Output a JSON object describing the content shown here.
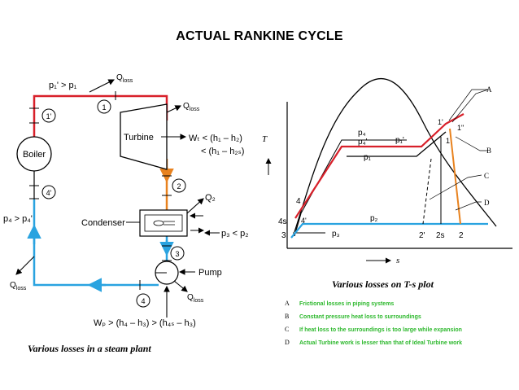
{
  "title": "ACTUAL RANKINE CYCLE",
  "plant": {
    "caption": "Various losses in a steam plant",
    "boiler": "Boiler",
    "turbine": "Turbine",
    "condenser": "Condenser",
    "pump": "Pump",
    "p1_rel": "p₁' > p₁",
    "p4_rel": "p₄ > p₄'",
    "p3_rel": "p₃ < p₂",
    "q_loss_top": "Q",
    "q_loss_turbine": "Q",
    "q_loss_pump": "Q",
    "q_loss_left": "Q",
    "loss_sub": "loss",
    "q2": "Q₂",
    "wt_line1": "Wₜ < (h₁ – h₂)",
    "wt_line2": "< (h₁ – h₂ₛ)",
    "wp": "Wₚ > (h₄ – h₃) > (h₄ₛ – h₃)",
    "states": [
      "1'",
      "1",
      "2",
      "3",
      "4",
      "4'"
    ]
  },
  "ts": {
    "caption": "Various losses on T-s plot",
    "axis_t": "T",
    "axis_s": "s",
    "labels": {
      "p4": "p₄",
      "p4p": "p₄'",
      "p1p": "p₁'",
      "p1": "p₁",
      "p2": "p₂",
      "p3": "p₃",
      "n1p": "1'",
      "n1pp": "1\"",
      "n1": "1",
      "n2p": "2'",
      "n2s": "2s",
      "n2": "2",
      "n3": "3",
      "n4": "4",
      "n4s": "4s",
      "n4p": "4'"
    },
    "callouts": [
      "A",
      "B",
      "C",
      "D"
    ]
  },
  "legend": [
    {
      "key": "A",
      "text": "Frictional losses in piping systems"
    },
    {
      "key": "B",
      "text": "Constant pressure heat loss to surroundings"
    },
    {
      "key": "C",
      "text": "If heat loss to the surroundings is too large while expansion"
    },
    {
      "key": "D",
      "text": "Actual Turbine work is lesser than that of Ideal Turbine work"
    }
  ],
  "colors": {
    "red": "#d8202a",
    "blue": "#2aa3e0",
    "orange": "#e8821e",
    "green": "#2db82d"
  }
}
